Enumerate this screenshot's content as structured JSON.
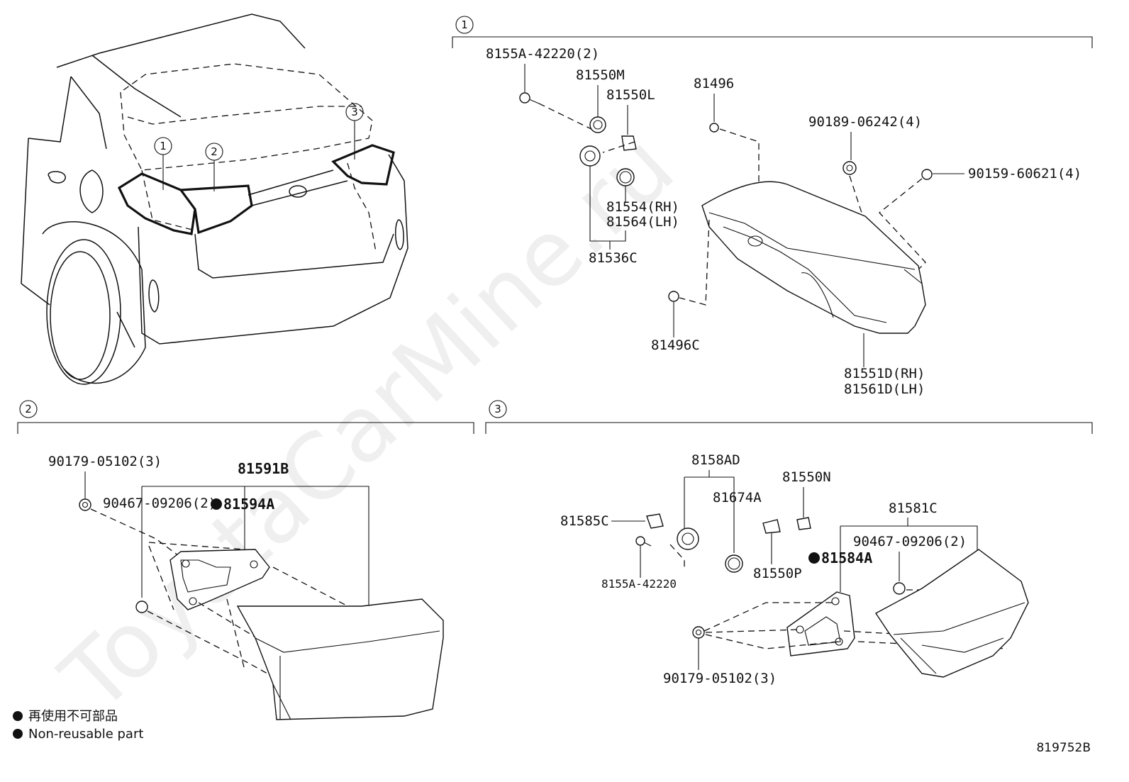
{
  "watermark": "ToyotaCarMine.ru",
  "diagram_code": "819752B",
  "legend": {
    "marker": "●",
    "ja": "再使用不可部品",
    "en": "Non-reusable part"
  },
  "overview": {
    "callouts": [
      "1",
      "2",
      "3"
    ]
  },
  "section1": {
    "number": "1",
    "parts": {
      "screw_8155A": "8155A-42220(2)",
      "socket_81550M": "81550M",
      "bulb_81550L": "81550L",
      "clip_81496": "81496",
      "nut_90189": "90189-06242(4)",
      "screw_90159": "90159-60621(4)",
      "gasket_rh": "81554(RH)",
      "gasket_lh": "81564(LH)",
      "socket_assy": "81536C",
      "clip_81496C": "81496C",
      "lamp_rh": "81551D(RH)",
      "lamp_lh": "81561D(LH)"
    }
  },
  "section2": {
    "number": "2",
    "parts": {
      "nut_90179": "90179-05102(3)",
      "lamp_assy": "81591B",
      "clip_90467": "90467-09206(2)",
      "gasket_81594A": "81594A"
    }
  },
  "section3": {
    "number": "3",
    "parts": {
      "socket_assy": "8158AD",
      "bulb_81550N": "81550N",
      "gasket_81674A": "81674A",
      "lamp_assy": "81581C",
      "connector_81585C": "81585C",
      "clip_90467": "90467-09206(2)",
      "gasket_81584A": "81584A",
      "screw_8155A": "8155A-42220",
      "socket_81550P": "81550P",
      "nut_90179": "90179-05102(3)"
    }
  }
}
